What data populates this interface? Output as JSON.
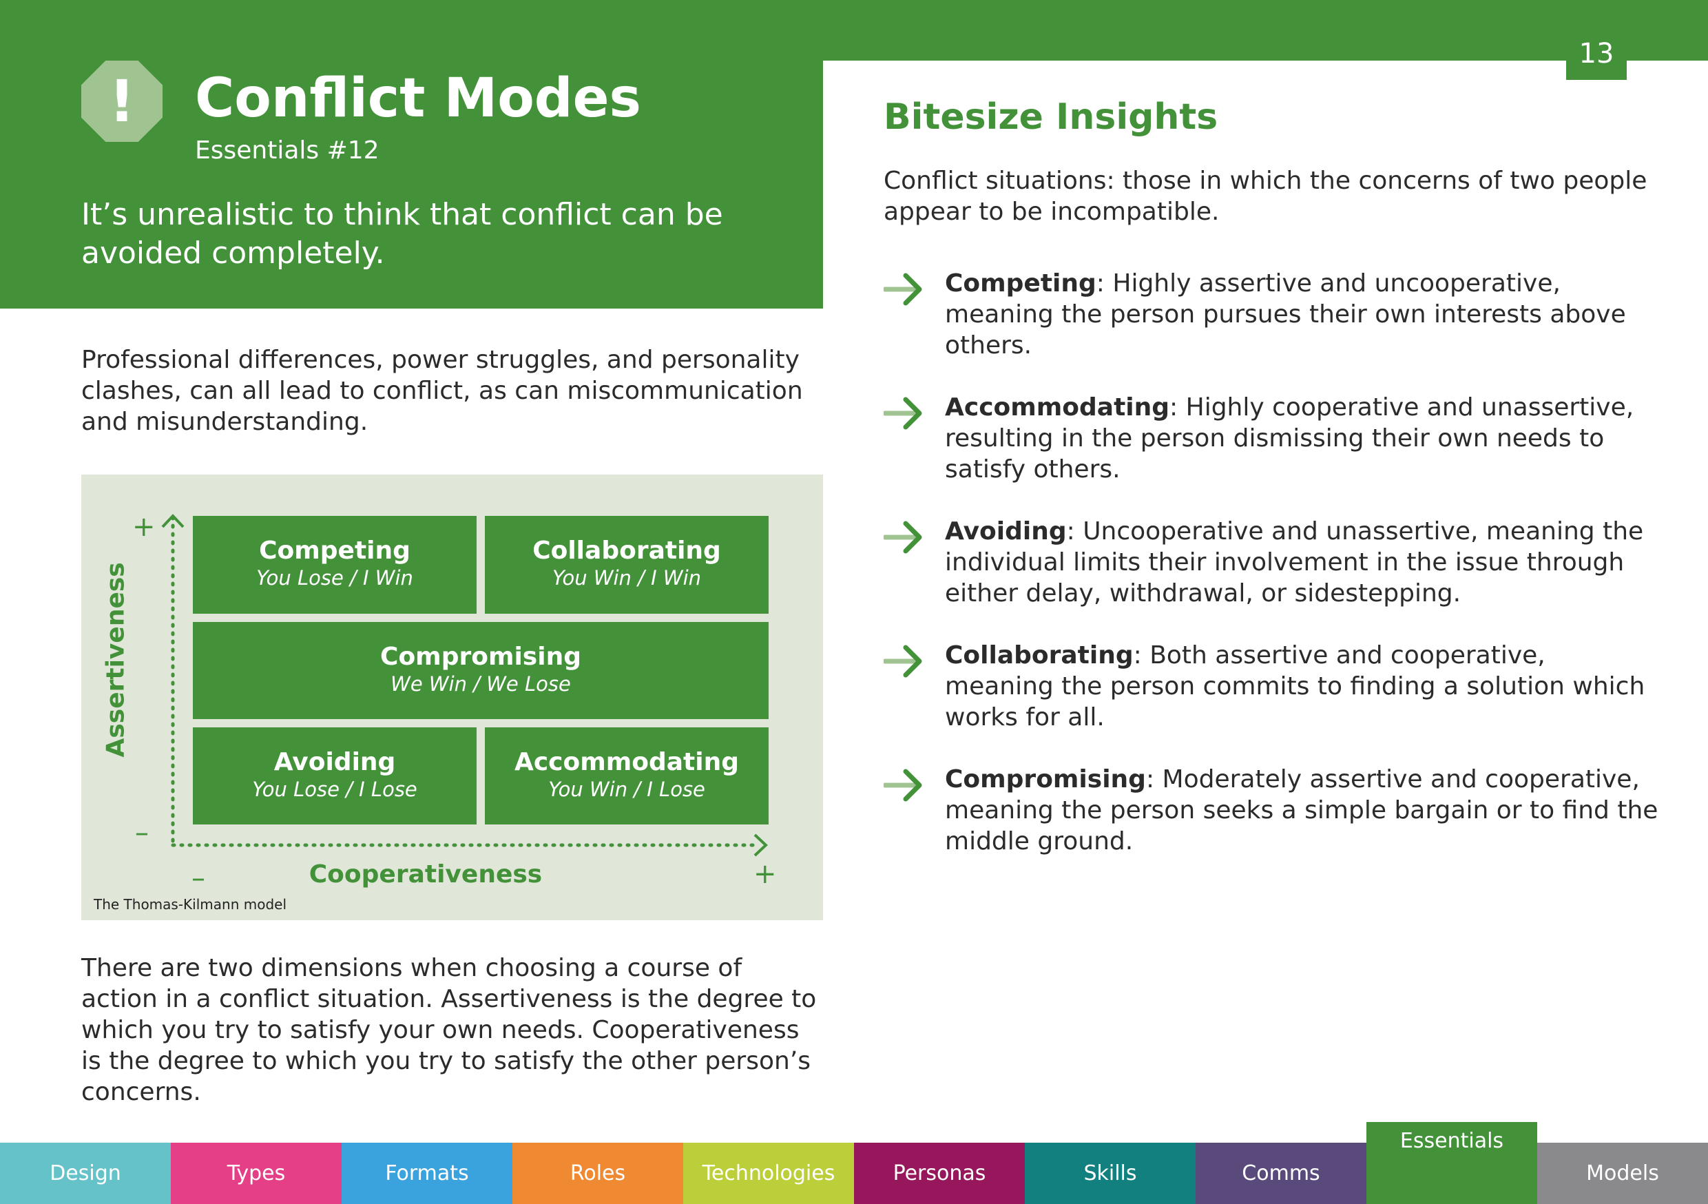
{
  "page": {
    "number": "13",
    "icon": "exclamation-icon",
    "icon_glyph": "!",
    "title": "Conflict Modes",
    "subtitle": "Essentials #12",
    "lead": "It’s unrealistic to think that conflict can be avoided completely.",
    "para1": "Professional differences, power struggles, and personality clashes, can all lead to conflict, as can miscommunication and misunderstanding.",
    "para2": "There are two dimensions when choosing a course of action in a conflict situation. Assertiveness is the degree to which you try to satisfy your own needs. Cooperativeness is the degree to which you try to satisfy the other person’s concerns."
  },
  "diagram": {
    "y_axis": "Assertiveness",
    "x_axis": "Cooperativeness",
    "plus": "+",
    "minus": "–",
    "caption": "The Thomas-Kilmann model",
    "cells": {
      "competing": {
        "name": "Competing",
        "sub": "You Lose / I Win"
      },
      "collaborating": {
        "name": "Collaborating",
        "sub": "You Win / I Win"
      },
      "compromising": {
        "name": "Compromising",
        "sub": "We Win / We Lose"
      },
      "avoiding": {
        "name": "Avoiding",
        "sub": "You Lose / I Lose"
      },
      "accommodating": {
        "name": "Accommodating",
        "sub": "You Win / I Lose"
      }
    }
  },
  "insights": {
    "title": "Bitesize Insights",
    "intro": "Conflict situations: those in which the concerns of two people appear to be incompatible.",
    "modes": [
      {
        "term": "Competing",
        "desc": ": Highly assertive and uncooperative, meaning the person pursues their own interests above others."
      },
      {
        "term": "Accommodating",
        "desc": ": Highly cooperative and unassertive, resulting in the person dismissing their own needs to satisfy others."
      },
      {
        "term": "Avoiding",
        "desc": ": Uncooperative and unassertive, meaning the individual limits their involvement in the issue through either delay, withdrawal, or sidestepping."
      },
      {
        "term": "Collaborating",
        "desc": ": Both assertive and cooperative, meaning the person commits to finding a solution which works for all."
      },
      {
        "term": "Compromising",
        "desc": ": Moderately assertive and cooperative, meaning the person seeks a simple bargain or to find the middle ground."
      }
    ]
  },
  "colors": {
    "brand_green": "#43923a",
    "light_green": "#a0c491",
    "diagram_bg": "#e1e7d8"
  },
  "nav": {
    "active": "Essentials",
    "tabs": [
      {
        "label": "Design",
        "color": "#66c2c9"
      },
      {
        "label": "Types",
        "color": "#e53f87"
      },
      {
        "label": "Formats",
        "color": "#3aa2dc"
      },
      {
        "label": "Roles",
        "color": "#f08a32"
      },
      {
        "label": "Technologies",
        "color": "#bccf3a"
      },
      {
        "label": "Personas",
        "color": "#97175c"
      },
      {
        "label": "Skills",
        "color": "#12807f"
      },
      {
        "label": "Comms",
        "color": "#5a4a7c"
      },
      {
        "label": "Essentials",
        "color": "#43923a"
      },
      {
        "label": "Models",
        "color": "#8a8a8d"
      }
    ]
  }
}
